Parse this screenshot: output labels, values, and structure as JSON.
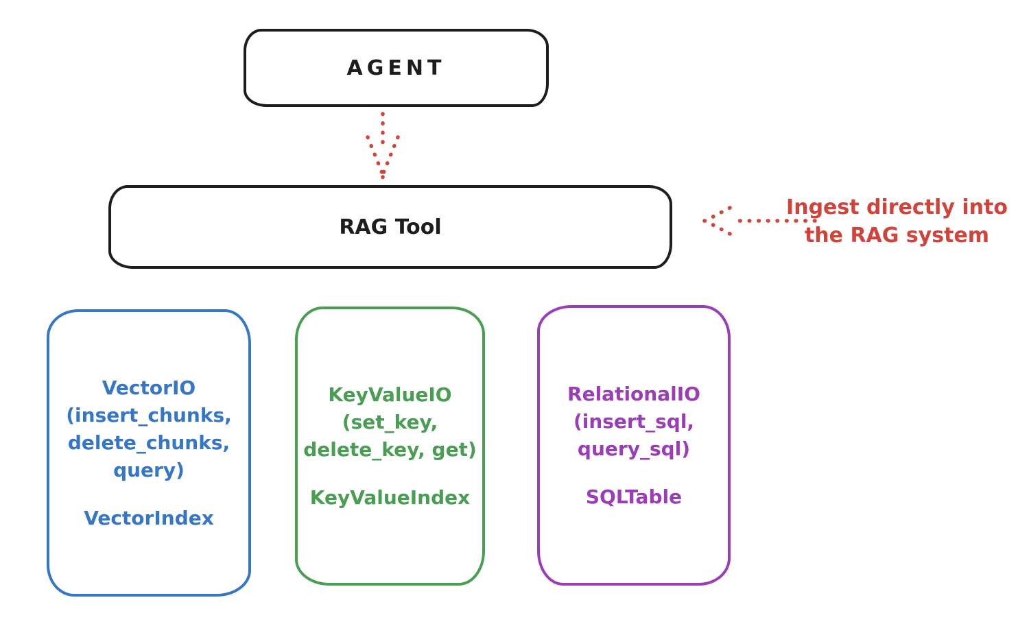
{
  "colors": {
    "background": "#ffffff",
    "ink": "#1d1d1d",
    "red": "#d0443c",
    "blue": "#3576c5",
    "green": "#4a9e53",
    "purple": "#9c3db8"
  },
  "nodes": {
    "agent": {
      "label": "AGENT"
    },
    "rag_tool": {
      "label": "RAG Tool"
    },
    "vector_io": {
      "lines": [
        "VectorIO",
        "(insert_chunks,",
        "delete_chunks,",
        "query)"
      ],
      "footer": "VectorIndex",
      "accent_color": "#3576c5"
    },
    "key_value_io": {
      "lines": [
        "KeyValueIO",
        "(set_key,",
        "delete_key, get)"
      ],
      "footer": "KeyValueIndex",
      "accent_color": "#4a9e53"
    },
    "relational_io": {
      "lines": [
        "RelationalIO",
        "(insert_sql,",
        "query_sql)"
      ],
      "footer": "SQLTable",
      "accent_color": "#9c3db8"
    }
  },
  "annotation": {
    "lines": [
      "Ingest directly into",
      "the RAG system"
    ],
    "color": "#d0443c"
  },
  "arrows": [
    {
      "name": "agent-to-rag-tool",
      "style": "dotted",
      "direction": "down",
      "color": "#d0443c"
    },
    {
      "name": "ingest-into-rag-tool",
      "style": "dotted",
      "direction": "left",
      "color": "#d0443c"
    }
  ]
}
